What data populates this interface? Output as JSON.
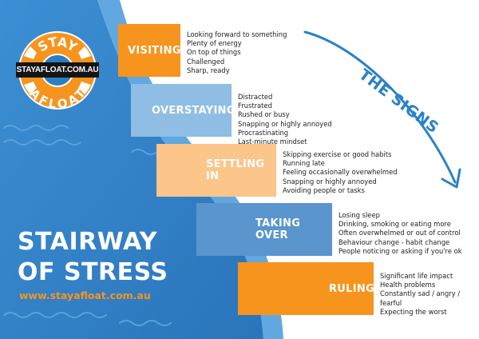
{
  "brand": {
    "logo_top": "STAY",
    "logo_middle": "STAYAFLOAT.COM.AU",
    "logo_bottom": "AFLOAT",
    "website": "www.stayafloat.com.au"
  },
  "headline": {
    "line1": "STAIRWAY",
    "line2": "OF STRESS"
  },
  "signs_label": "THE SIGNS",
  "stages": [
    {
      "label": "VISITING",
      "items": [
        "Looking forward to something",
        "Plenty of energy",
        "On top of things",
        "Challenged",
        "Sharp, ready"
      ]
    },
    {
      "label": "OVERSTAYING",
      "items": [
        "Distracted",
        "Frustrated",
        "Rushed or busy",
        "Snapping or highly annoyed",
        "Procrastinating",
        "Last-minute mindset"
      ]
    },
    {
      "label": "SETTLING IN",
      "items": [
        "Skipping exercise or good habits",
        "Running late",
        "Feeling occasionally overwhelmed",
        "Snapping or highly annoyed",
        "Avoiding people or tasks"
      ]
    },
    {
      "label": "TAKING OVER",
      "items": [
        "Losing sleep",
        "Drinking, smoking or eating more",
        "Often overwhelmed or out of control",
        "Behaviour change - habit change",
        "People noticing or asking if you're ok"
      ]
    },
    {
      "label": "RULING",
      "items": [
        "Significant life impact",
        "Health problems",
        "Constantly sad / angry / fearful",
        "Expecting the worst"
      ]
    }
  ],
  "colors": {
    "blue_dark": "#2d7dc4",
    "blue_light": "#4a9ad8",
    "orange": "#f7941d",
    "step_visiting": "#f7941d",
    "step_overstaying": "#8fbde4",
    "step_settling": "#fcc58a",
    "step_taking": "#5a95cd",
    "step_ruling": "#f7941d",
    "arrow": "#2b82c6"
  }
}
